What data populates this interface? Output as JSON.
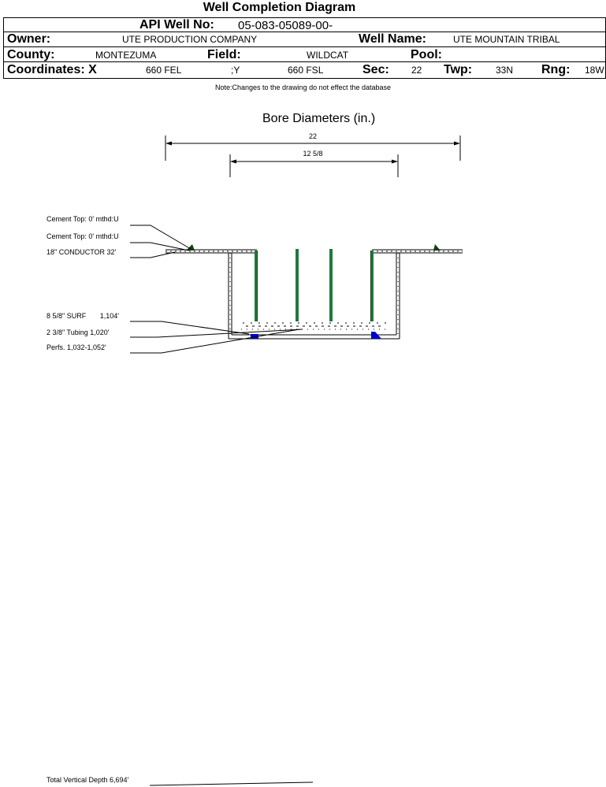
{
  "header": {
    "title": "Well Completion Diagram",
    "api_label": "API Well No:",
    "api_value": "05-083-05089-00-",
    "owner_label": "Owner:",
    "owner_value": "UTE PRODUCTION COMPANY",
    "well_name_label": "Well Name:",
    "well_name_value": "UTE MOUNTAIN TRIBAL",
    "county_label": "County:",
    "county_value": "MONTEZUMA",
    "field_label": "Field:",
    "field_value": "WILDCAT",
    "pool_label": "Pool:",
    "pool_value": "",
    "coords_label": "Coordinates: X",
    "coords_x_value": "660 FEL",
    "coords_y_label": ";Y",
    "coords_y_value": "660 FSL",
    "sec_label": "Sec:",
    "sec_value": "22",
    "twp_label": "Twp:",
    "twp_value": "33N",
    "rng_label": "Rng:",
    "rng_value": "18W"
  },
  "note": "Note:Changes to the drawing do not effect the database",
  "bore": {
    "title": "Bore Diameters (in.)",
    "outer_diameter": "22",
    "inner_diameter": "12 5/8"
  },
  "annotations": {
    "cement_top_1": "Cement Top: 0' mthd:U",
    "cement_top_2": "Cement Top: 0' mthd:U",
    "conductor": "18\" CONDUCTOR  32'",
    "surface_casing": "8 5/8\" SURF       1,104'",
    "tubing": "2 3/8\" Tubing 1,020'",
    "perfs": "Perfs. 1,032-1,052'",
    "total_depth": "Total Vertical Depth 6,694'"
  },
  "colors": {
    "casing_green": "#1f7a3a",
    "packer_blue": "#0000cc",
    "cement_dark": "#173d17"
  }
}
